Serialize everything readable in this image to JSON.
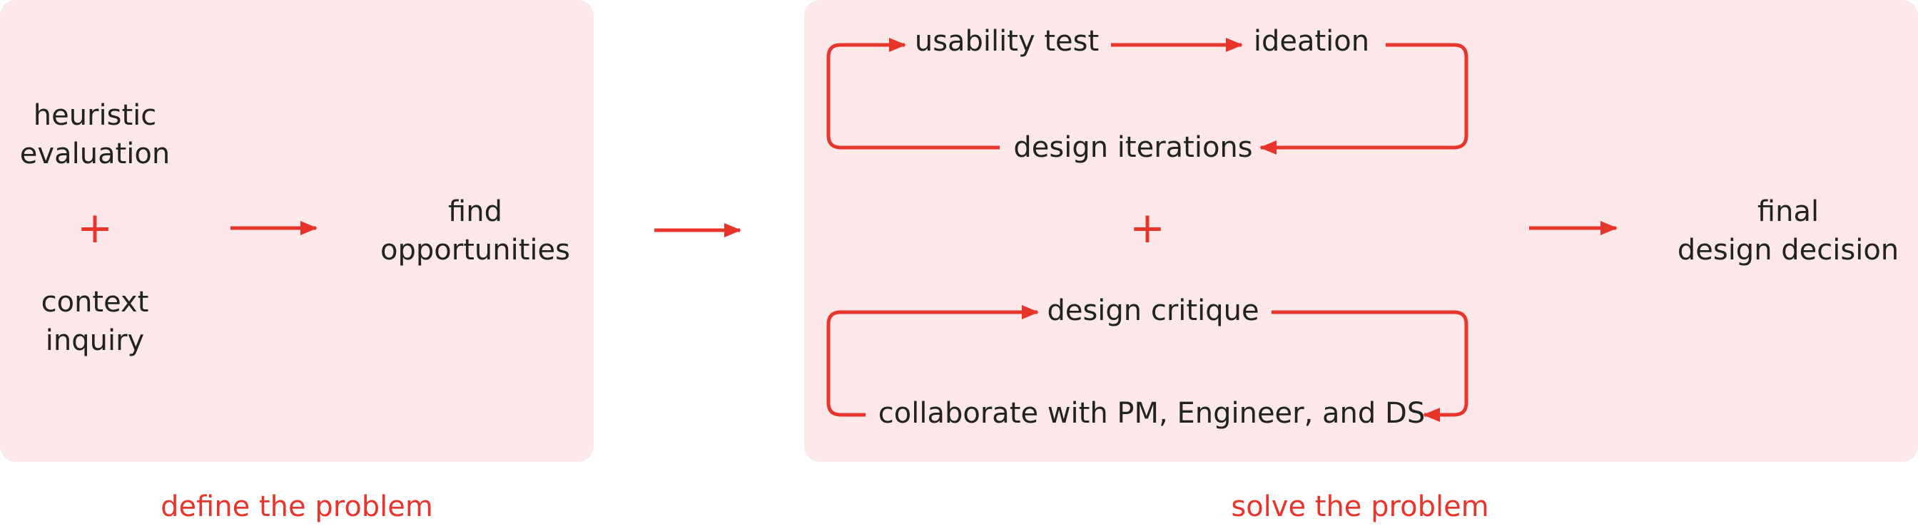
{
  "colors": {
    "accent": "#e8352b",
    "panel_bg": "#fce8e8",
    "text": "#222222"
  },
  "define_section": {
    "items": {
      "heuristic": [
        "heuristic",
        "evaluation"
      ],
      "context": [
        "context",
        "inquiry"
      ],
      "opportunities": [
        "find",
        "opportunities"
      ]
    },
    "plus": "+",
    "caption": "define the problem"
  },
  "solve_section": {
    "loop_top": {
      "usability_test": "usability test",
      "ideation": "ideation",
      "design_iterations": "design iterations"
    },
    "plus": "+",
    "loop_bottom": {
      "design_critique": "design critique",
      "collaborate": "collaborate with PM, Engineer, and DS"
    },
    "caption": "solve the problem"
  },
  "final": [
    "final",
    "design decision"
  ]
}
